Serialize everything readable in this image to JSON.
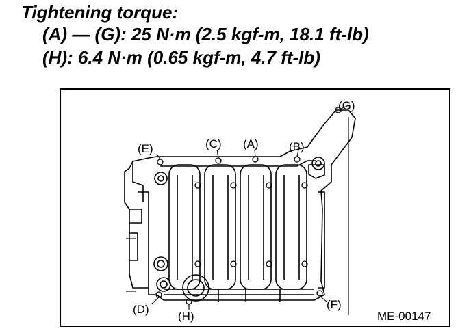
{
  "spec": {
    "title": "Tightening torque:",
    "line1": "(A) — (G): 25 N·m (2.5 kgf-m, 18.1 ft-lb)",
    "line2": "(H): 6.4 N·m (0.65 kgf-m, 4.7 ft-lb)"
  },
  "figure": {
    "callouts": {
      "a": "(A)",
      "b": "(B)",
      "c": "(C)",
      "d": "(D)",
      "e": "(E)",
      "f": "(F)",
      "g": "(G)",
      "h": "(H)"
    },
    "figure_id": "ME-00147"
  }
}
